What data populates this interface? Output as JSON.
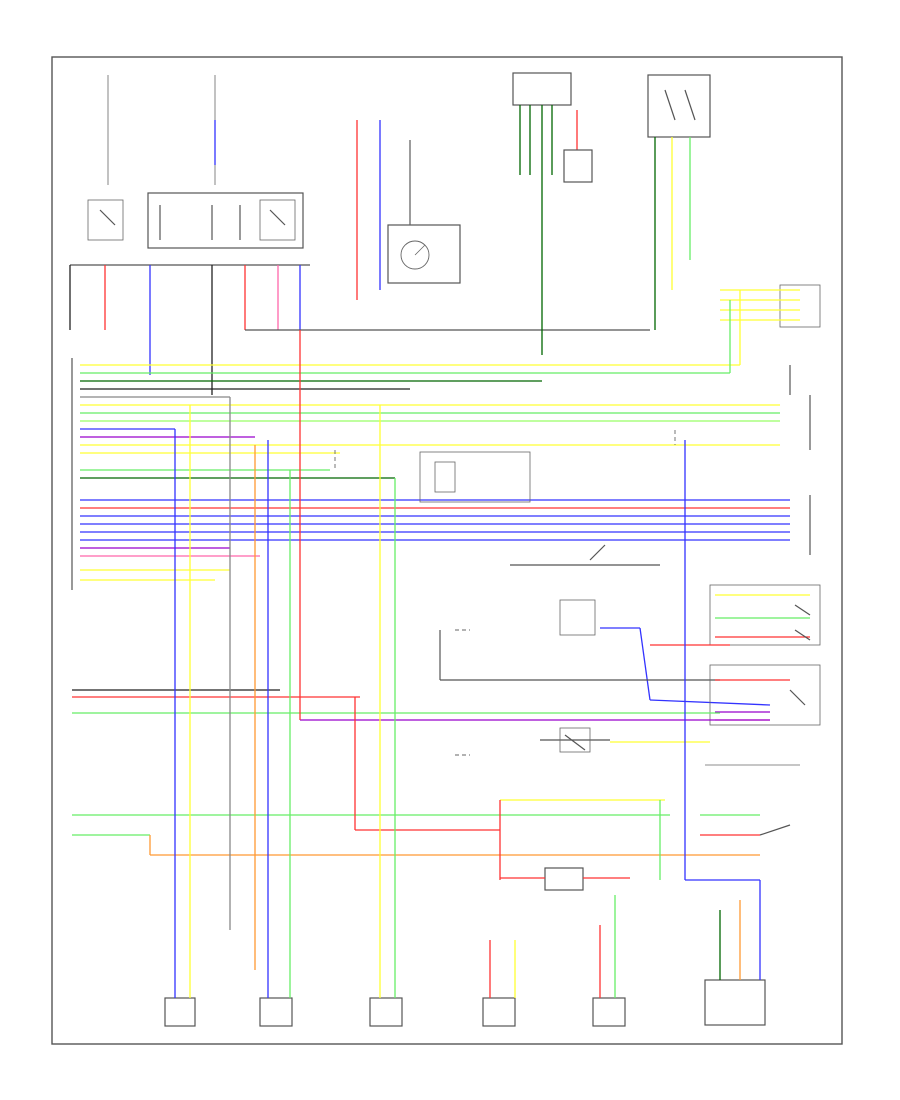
{
  "diagram": {
    "title": "",
    "corner_label": "",
    "wire_colors": {
      "yellow": "#ffff33",
      "green": "#66ee66",
      "blue": "#3333ff",
      "red": "#ff3333",
      "violet": "#9900cc",
      "orange": "#ff9933",
      "pink": "#ff66aa",
      "lightgreen": "#99ff66",
      "darkgreen": "#006600",
      "black": "#222222",
      "gray": "#888888"
    },
    "components": [
      {
        "id": "top-fuse-1",
        "label": ""
      },
      {
        "id": "top-fuse-2",
        "label": ""
      },
      {
        "id": "top-fuse-3",
        "label": ""
      },
      {
        "id": "top-fuse-4",
        "label": ""
      },
      {
        "id": "control-relay-block",
        "label": ""
      },
      {
        "id": "rotary-switch",
        "label": ""
      },
      {
        "id": "connector-top",
        "label": ""
      },
      {
        "id": "top-right-switch",
        "label": ""
      },
      {
        "id": "pcm-connector",
        "label": ""
      },
      {
        "id": "sensor-1",
        "label": ""
      },
      {
        "id": "sensor-2",
        "label": ""
      },
      {
        "id": "sensor-3",
        "label": ""
      },
      {
        "id": "sensor-4",
        "label": ""
      },
      {
        "id": "sensor-5",
        "label": ""
      },
      {
        "id": "bottom-right-module",
        "label": ""
      },
      {
        "id": "center-connector-box",
        "label": ""
      },
      {
        "id": "relay-switch-mid",
        "label": ""
      },
      {
        "id": "fuse-inline-bottom",
        "label": ""
      }
    ]
  }
}
